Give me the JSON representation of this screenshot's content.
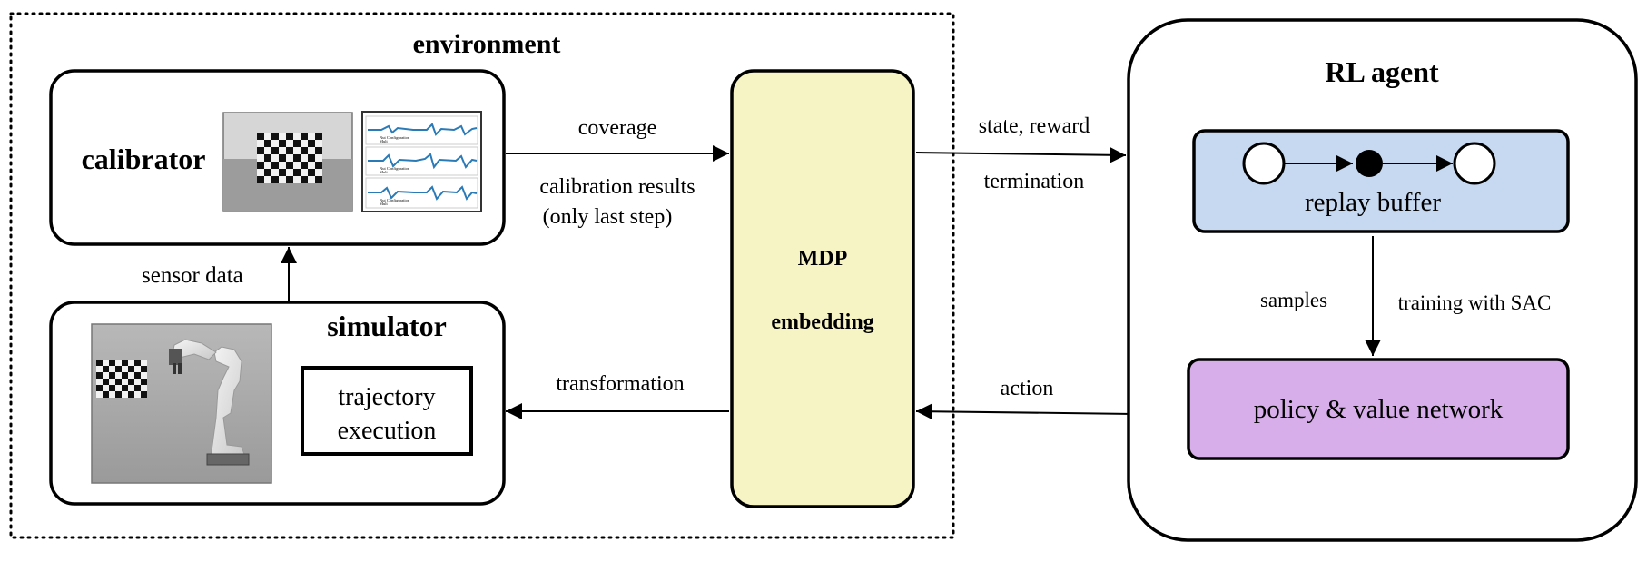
{
  "environment": {
    "title": "environment"
  },
  "calibrator": {
    "title": "calibrator",
    "plot_legend": [
      "Nut Configuration",
      "Mult"
    ]
  },
  "simulator": {
    "title": "simulator",
    "trajectory_line1": "trajectory",
    "trajectory_line2": "execution"
  },
  "edges": {
    "sensor_data": "sensor data",
    "coverage": "coverage",
    "calibration_results": "calibration results",
    "only_last_step": "(only last step)",
    "transformation": "transformation",
    "state_reward": "state, reward",
    "termination": "termination",
    "action": "action",
    "samples": "samples",
    "training": "training with SAC"
  },
  "mdp": {
    "line1": "MDP",
    "line2": "embedding"
  },
  "agent": {
    "title": "RL agent",
    "replay_buffer": "replay buffer",
    "policy_network": "policy & value network"
  },
  "colors": {
    "mdp_fill": "#f6f3c4",
    "replay_fill": "#c6d9f0",
    "policy_fill": "#d7aee9",
    "checker_bg": "#9a9a9a",
    "plot_line": "#2a7ab8",
    "sim_bg": "#a8a8a8",
    "robot": "#e8e8e8"
  }
}
